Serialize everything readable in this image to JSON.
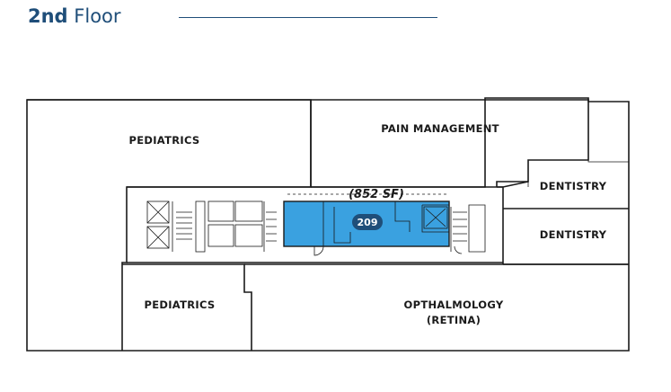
{
  "header": {
    "floor_number": "2nd",
    "floor_word": "Floor"
  },
  "rooms": {
    "pediatrics_top": "PEDIATRICS",
    "pain_management": "PAIN MANAGEMENT",
    "dentistry_top": "DENTISTRY",
    "dentistry_bottom": "DENTISTRY",
    "pediatrics_bottom": "PEDIATRICS",
    "opthalmology_line1": "OPTHALMOLOGY",
    "opthalmology_line2": "(RETINA)"
  },
  "suite": {
    "number": "209",
    "area": "(852 SF)"
  },
  "colors": {
    "suite_fill": "#3aa1e0",
    "suite_badge": "#1f4e79",
    "header": "#1f4e79"
  }
}
